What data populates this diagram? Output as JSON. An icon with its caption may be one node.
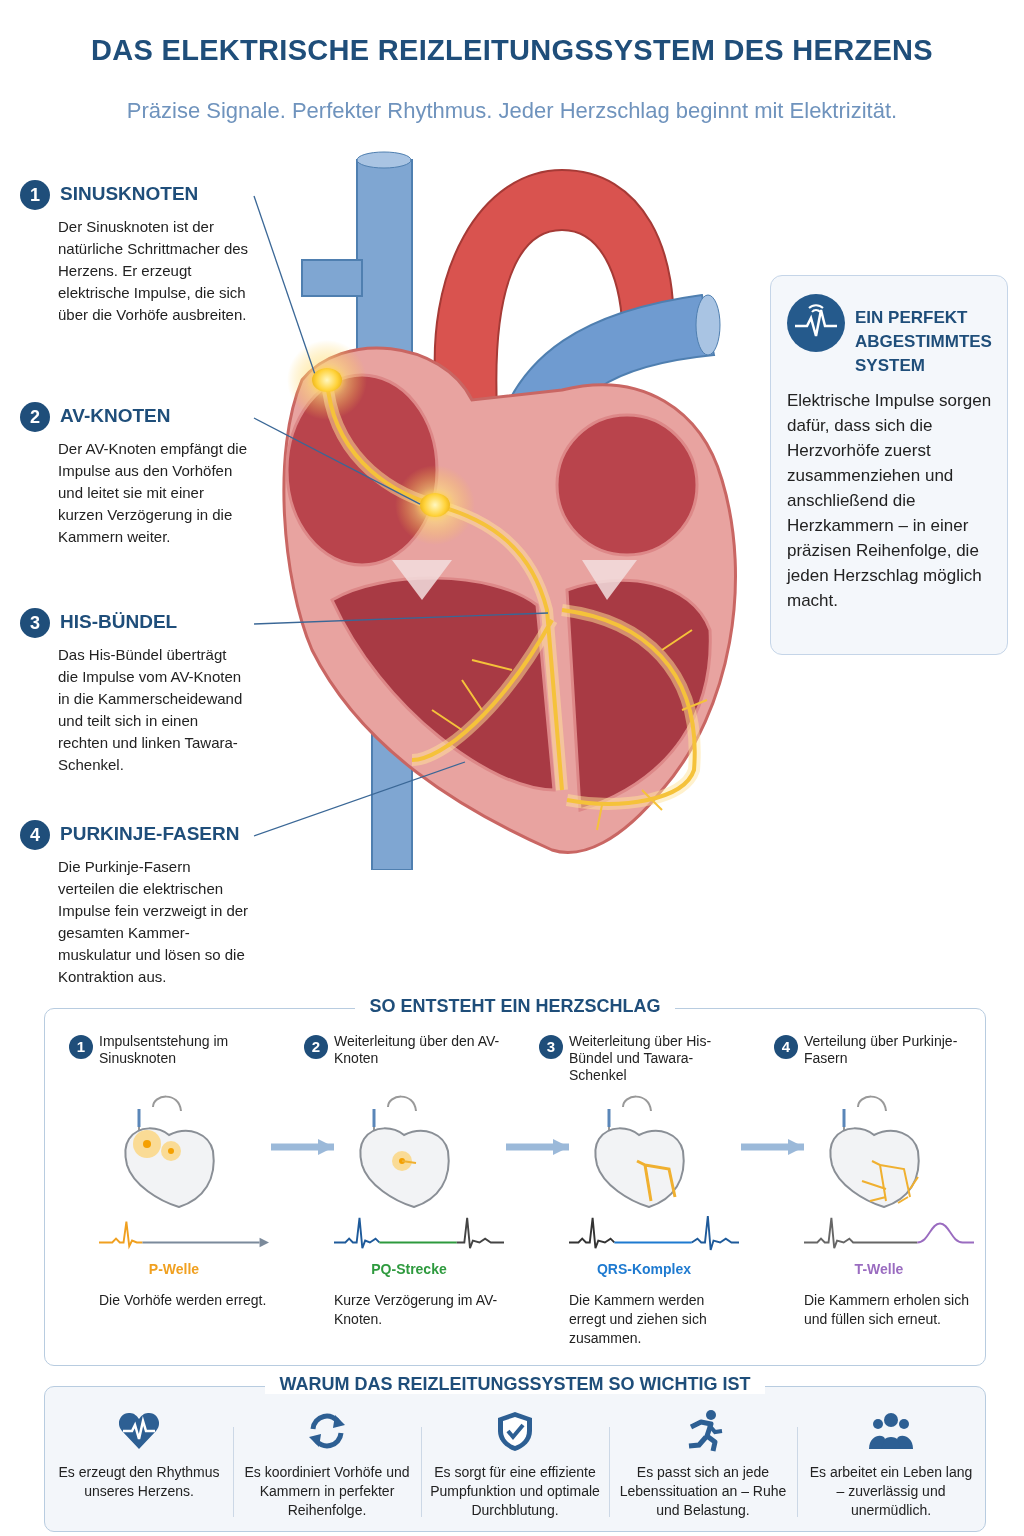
{
  "diagram": {
    "title": "DAS ELEKTRISCHE REIZLEITUNGSSYSTEM DES HERZENS",
    "nodes": [
      {
        "text": [
          "SINUSKNOTEN",
          "Der Sinusknoten ist der natürliche Schrittmacher des Herzens. Er erzeugt elektrische Impulse, die sich über die Vorhöfe ausbreiten."
        ],
        "beside": [
          "1"
        ]
      },
      {
        "text": [
          "AV-KNOTEN",
          "Der AV-Knoten empfängt die Impulse aus den Vorhöfen und leitet sie mit einer kurzen Verzögerung in die Kammern weiter."
        ],
        "beside": [
          "2"
        ]
      },
      {
        "text": [
          "HIS-BÜNDEL",
          "Das His-Bündel überträgt die Impulse vom AV-Knoten in die Kammerscheidewand und teilt sich in einen rechten und linken Tawara-Schenkel."
        ],
        "beside": [
          "3"
        ]
      },
      {
        "text": [
          "PURKINJE-FASERN",
          "Die Purkinje-Fasern verteilen die elektrischen Impulse fein verzweigt in der gesamten Kammer-muskulatur und lösen so die Kontraktion aus."
        ],
        "beside": [
          "4"
        ]
      },
      {
        "text": [],
        "shape": "picture"
      },
      {
        "text": [],
        "shape": "circle",
        "in": 4
      },
      {
        "text": [],
        "shape": "circle",
        "in": 4
      },
      {
        "text": [
          "EIN PERFEKT ABGESTIMMTES SYSTEM",
          "Elektrische Impulse sorgen dafür, dass sich die Herzvorhöfe zuerst zusammenziehen und anschließend die Herzkammern – in einer präzisen Reihenfolge, die jeden Herzschlag möglich macht."
        ]
      },
      {
        "text": [
          "SO ENTSTEHT EIN HERZSCHLAG"
        ]
      },
      {
        "text": [
          "Impulsentstehung im Sinusknoten",
          "P-Welle",
          "Die Vorhöfe werden erregt."
        ],
        "beside": [
          "1"
        ],
        "in": 8
      },
      {
        "text": [
          "Weiterleitung über den AV-Knoten",
          "PQ-Strecke",
          "Kurze Verzögerung im AV-Knoten."
        ],
        "beside": [
          "2"
        ],
        "in": 8
      },
      {
        "text": [
          "Weiterleitung über His-Bündel und Tawara-Schenkel",
          "QRS-Komplex",
          "Die Kammern werden erregt und ziehen sich zusammen."
        ],
        "beside": [
          "3"
        ],
        "in": 8
      },
      {
        "text": [
          "Verteilung über Purkinje-Fasern",
          "T-Welle",
          "Die Kammern erholen sich und füllen sich erneut."
        ],
        "beside": [
          "4"
        ],
        "in": 8
      },
      {
        "text": [
          "WARUM DAS REIZLEITUNGSSYSTEM SO WICHTIG IST"
        ]
      },
      {
        "text": [
          "Es erzeugt den Rhythmus unseres Herzens."
        ],
        "in": 13
      },
      {
        "text": [
          "Es koordiniert Vorhöfe und Kammern in perfekter Reihenfolge."
        ],
        "in": 13
      },
      {
        "text": [
          "Es sorgt für eine effiziente Pumpfunktion und optimale Durchblutung."
        ],
        "in": 13
      },
      {
        "text": [
          "Es passt sich an jede Lebenssituation an – Ruhe und Belastung."
        ],
        "in": 13
      },
      {
        "text": [
          "Es arbeitet ein Leben lang – zuverlässig und unermüdlich."
        ],
        "in": 13
      }
    ],
    "edges": [
      {
        "from": 0,
        "to": 5,
        "arrow": "none"
      },
      {
        "from": 1,
        "to": 6,
        "arrow": "none"
      },
      {
        "from": 2,
        "to": null,
        "arrow": "none"
      },
      {
        "from": 3,
        "to": null,
        "arrow": "none"
      },
      {
        "from": 9,
        "to": 10,
        "arrow": "to",
        "style": "thick",
        "color": "#9bb9d9"
      },
      {
        "from": 10,
        "to": 11,
        "arrow": "to",
        "style": "thick",
        "color": "#9bb9d9"
      },
      {
        "from": 11,
        "to": 12,
        "arrow": "to",
        "style": "thick",
        "color": "#9bb9d9"
      }
    ],
    "labels": [
      "Präzise Signale. Perfekter Rhythmus. Jeder Herzschlag beginnt mit Elektrizität."
    ]
  }
}
